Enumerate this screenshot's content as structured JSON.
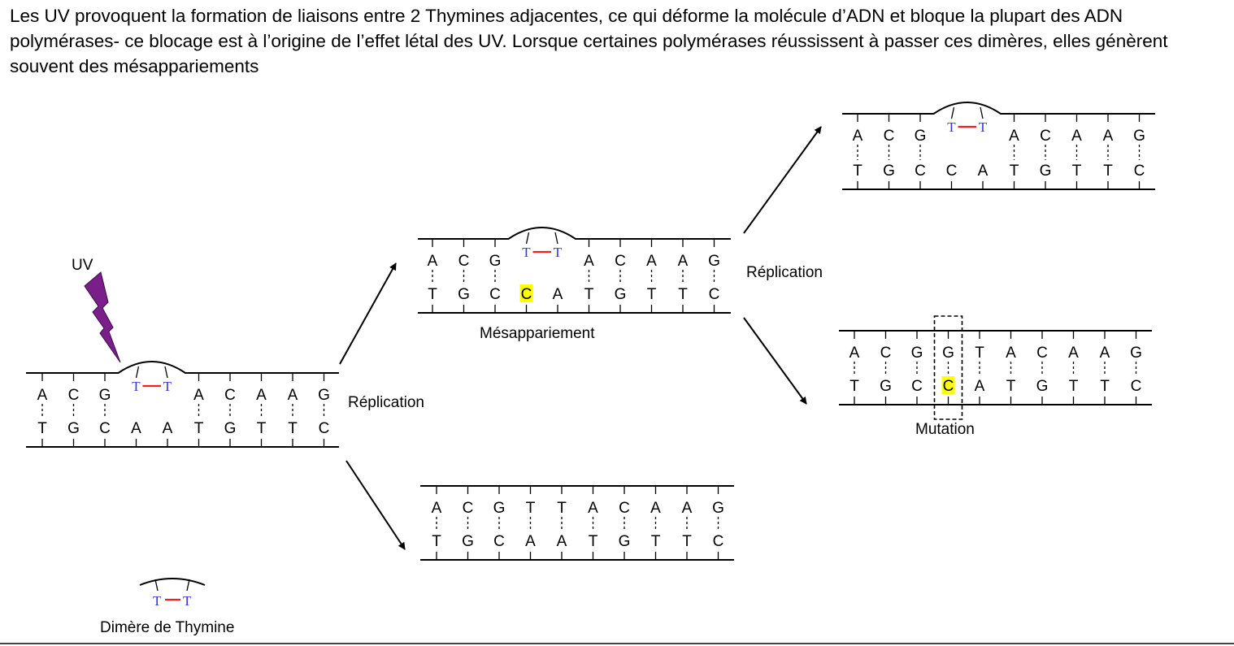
{
  "intro_text": "Les UV provoquent la formation de liaisons entre 2 Thymines adjacentes, ce qui déforme la molécule d’ADN et bloque la plupart des ADN polymérases- ce blocage est à l’origine de l’effet létal des UV. Lorsque certaines polymérases réussissent à passer ces dimères, elles génèrent souvent des mésappariements",
  "labels": {
    "uv": "UV",
    "replication_1": "Réplication",
    "replication_2": "Réplication",
    "mismatch": "Mésappariement",
    "mutation": "Mutation",
    "legend": "Dimère de Thymine"
  },
  "dimer_glyph": "T",
  "colors": {
    "lightning": "#7a1f8a",
    "dimer_letters": "#3333dd",
    "dimer_bond": "#ee2222",
    "highlight": "#ffff00"
  },
  "strands": [
    {
      "id": "original",
      "top": [
        "A",
        "C",
        "G",
        "T",
        "T",
        "A",
        "C",
        "A",
        "A",
        "G"
      ],
      "bottom": [
        "T",
        "G",
        "C",
        "A",
        "A",
        "T",
        "G",
        "T",
        "T",
        "C"
      ],
      "dimer": true,
      "highlight": [],
      "mutation_box": false
    },
    {
      "id": "mismatch",
      "top": [
        "A",
        "C",
        "G",
        "T",
        "T",
        "A",
        "C",
        "A",
        "A",
        "G"
      ],
      "bottom": [
        "T",
        "G",
        "C",
        "C",
        "A",
        "T",
        "G",
        "T",
        "T",
        "C"
      ],
      "dimer": true,
      "highlight": [
        3
      ],
      "mutation_box": false
    },
    {
      "id": "normal",
      "top": [
        "A",
        "C",
        "G",
        "T",
        "T",
        "A",
        "C",
        "A",
        "A",
        "G"
      ],
      "bottom": [
        "T",
        "G",
        "C",
        "A",
        "A",
        "T",
        "G",
        "T",
        "T",
        "C"
      ],
      "dimer": false,
      "highlight": [],
      "mutation_box": false
    },
    {
      "id": "replicated-dimer",
      "top": [
        "A",
        "C",
        "G",
        "T",
        "T",
        "A",
        "C",
        "A",
        "A",
        "G"
      ],
      "bottom": [
        "T",
        "G",
        "C",
        "C",
        "A",
        "T",
        "G",
        "T",
        "T",
        "C"
      ],
      "dimer": true,
      "highlight": [],
      "mutation_box": false
    },
    {
      "id": "mutation",
      "top": [
        "A",
        "C",
        "G",
        "G",
        "T",
        "A",
        "C",
        "A",
        "A",
        "G"
      ],
      "bottom": [
        "T",
        "G",
        "C",
        "C",
        "A",
        "T",
        "G",
        "T",
        "T",
        "C"
      ],
      "dimer": false,
      "highlight": [
        3
      ],
      "mutation_box": true
    }
  ]
}
